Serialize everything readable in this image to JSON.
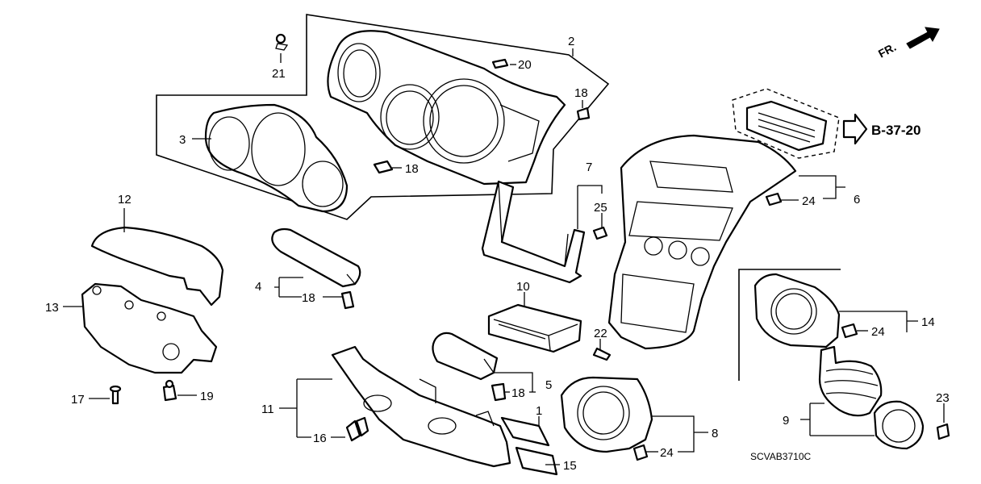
{
  "diagram": {
    "callouts": {
      "c1": "1",
      "c2": "2",
      "c3": "3",
      "c4": "4",
      "c5": "5",
      "c6": "6",
      "c7": "7",
      "c8": "8",
      "c9": "9",
      "c10": "10",
      "c11": "11",
      "c12": "12",
      "c13": "13",
      "c14": "14",
      "c15": "15",
      "c16": "16",
      "c17": "17",
      "c18a": "18",
      "c18b": "18",
      "c18c": "18",
      "c18d": "18",
      "c19": "19",
      "c20": "20",
      "c21": "21",
      "c22": "22",
      "c23": "23",
      "c24a": "24",
      "c24b": "24",
      "c24c": "24",
      "c25": "25"
    },
    "reference": "B-37-20",
    "direction_label": "FR.",
    "diagram_code": "SCVAB3710C"
  }
}
